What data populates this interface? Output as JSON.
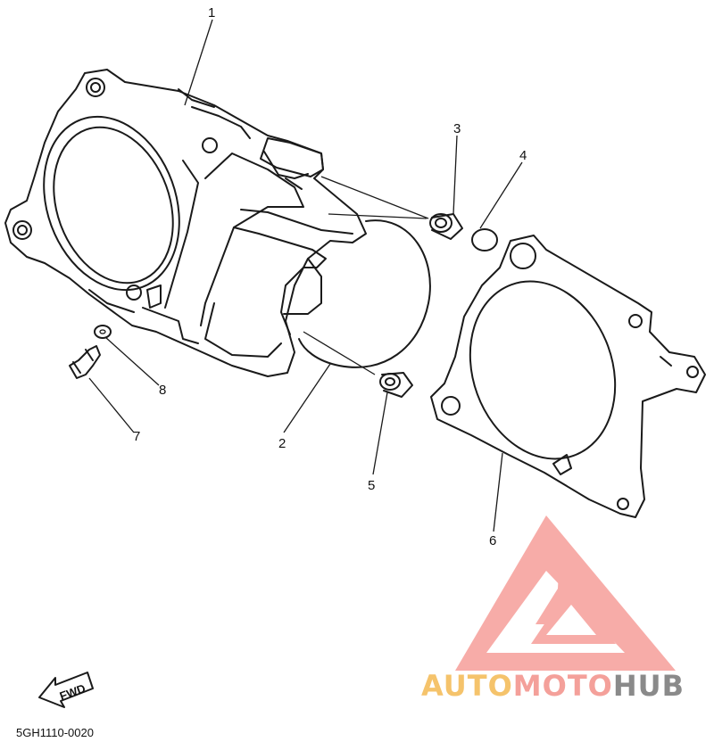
{
  "callouts": [
    "1",
    "2",
    "3",
    "4",
    "5",
    "6",
    "7",
    "8"
  ],
  "diagram_code": "5GH1110-0020",
  "fwd_label": "FWD",
  "watermark": {
    "part_auto": "AUTO",
    "part_moto": "MOTO",
    "part_hub": "HUB",
    "color_auto": "#f5c36b",
    "color_moto": "#f4a09a",
    "color_hub": "#8a8a8a",
    "logo_color": "#f7a8a4"
  }
}
